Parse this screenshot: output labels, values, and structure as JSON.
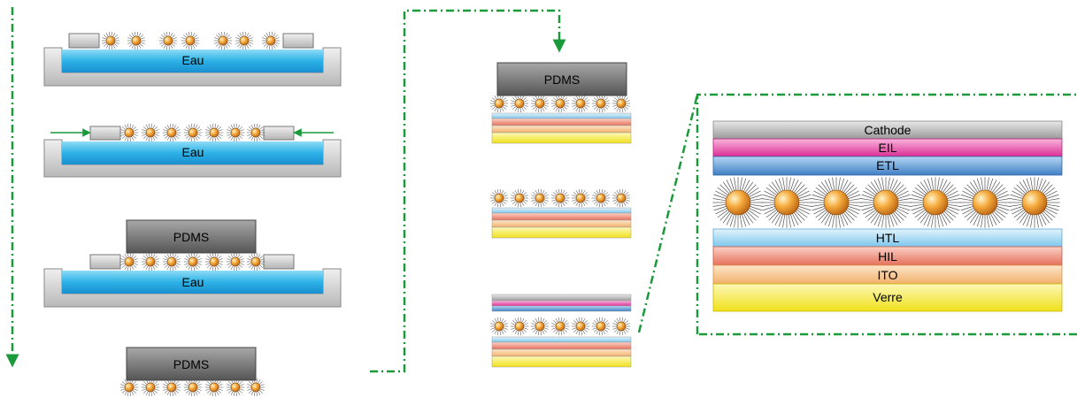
{
  "labels": {
    "water": "Eau",
    "stamp": "PDMS"
  },
  "device_layers": {
    "cathode": "Cathode",
    "eil": "EIL",
    "etl": "ETL",
    "htl": "HTL",
    "hil": "HIL",
    "ito": "ITO",
    "glass": "Verre"
  },
  "colors": {
    "flow_arrow": "#1a9a3a",
    "water": "#1fa6e0",
    "trough": "#d4d4d4",
    "stamp": "#6f6f6f",
    "qd_core": "#ec9a2a",
    "cathode": "#9c9c9c",
    "eil": "#e02f9c",
    "etl": "#4f8fcf",
    "htl": "#8fcfee",
    "hil": "#ec7f6a",
    "ito": "#f7c187",
    "glass": "#f6eb2c"
  }
}
